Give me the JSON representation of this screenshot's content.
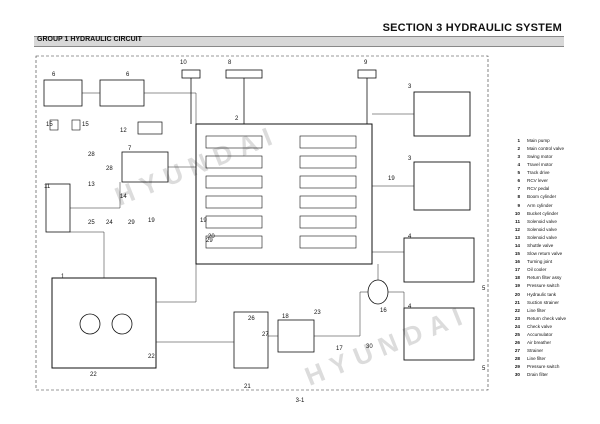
{
  "header": {
    "section_title": "SECTION 3 HYDRAULIC SYSTEM",
    "group_title": "GROUP 1 HYDRAULIC CIRCUIT"
  },
  "diagram": {
    "callouts": [
      "1",
      "2",
      "3",
      "3",
      "4",
      "4",
      "5",
      "5",
      "6",
      "6",
      "7",
      "8",
      "9",
      "10",
      "11",
      "12",
      "13",
      "14",
      "15",
      "15",
      "16",
      "17",
      "18",
      "19",
      "19",
      "19",
      "20",
      "21",
      "22",
      "22",
      "23",
      "24",
      "25",
      "26",
      "27",
      "28",
      "28",
      "29",
      "29",
      "30"
    ]
  },
  "legend": {
    "items": [
      {
        "num": "1",
        "label": "Main pump"
      },
      {
        "num": "2",
        "label": "Main control valve"
      },
      {
        "num": "3",
        "label": "Swing motor"
      },
      {
        "num": "4",
        "label": "Travel motor"
      },
      {
        "num": "5",
        "label": "Track drive"
      },
      {
        "num": "6",
        "label": "RCV lever"
      },
      {
        "num": "7",
        "label": "RCV pedal"
      },
      {
        "num": "8",
        "label": "Boom cylinder"
      },
      {
        "num": "9",
        "label": "Arm cylinder"
      },
      {
        "num": "10",
        "label": "Bucket cylinder"
      },
      {
        "num": "11",
        "label": "Solenoid valve"
      },
      {
        "num": "12",
        "label": "Solenoid valve"
      },
      {
        "num": "13",
        "label": "Solenoid valve"
      },
      {
        "num": "14",
        "label": "Shuttle valve"
      },
      {
        "num": "15",
        "label": "Slow return valve"
      },
      {
        "num": "16",
        "label": "Turning joint"
      },
      {
        "num": "17",
        "label": "Oil cooler"
      },
      {
        "num": "18",
        "label": "Return filter assy"
      },
      {
        "num": "19",
        "label": "Pressure switch"
      },
      {
        "num": "20",
        "label": "Hydraulic tank"
      },
      {
        "num": "21",
        "label": "Suction strainer"
      },
      {
        "num": "22",
        "label": "Line filter"
      },
      {
        "num": "23",
        "label": "Return check valve"
      },
      {
        "num": "24",
        "label": "Check valve"
      },
      {
        "num": "25",
        "label": "Accumulator"
      },
      {
        "num": "26",
        "label": "Air breather"
      },
      {
        "num": "27",
        "label": "Strainer"
      },
      {
        "num": "28",
        "label": "Line filter"
      },
      {
        "num": "29",
        "label": "Pressure switch"
      },
      {
        "num": "30",
        "label": "Drain filter"
      }
    ]
  },
  "page_number": "3-1"
}
